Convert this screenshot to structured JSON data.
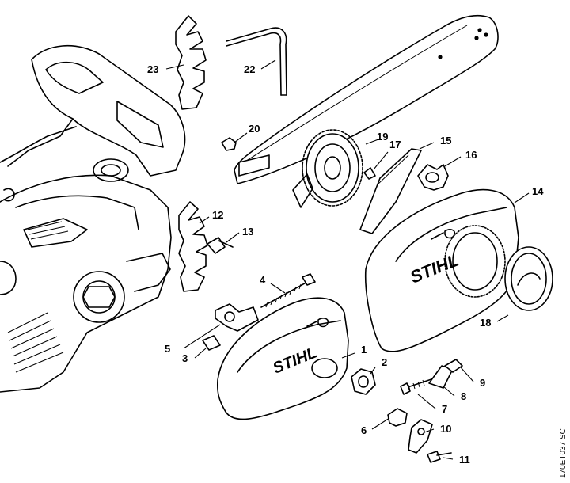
{
  "diagram": {
    "drawing_code": "170ET037 SC",
    "brand_text": "STIHL",
    "callouts": [
      {
        "id": "c1",
        "label": "1"
      },
      {
        "id": "c2",
        "label": "2"
      },
      {
        "id": "c3",
        "label": "3"
      },
      {
        "id": "c4",
        "label": "4"
      },
      {
        "id": "c5",
        "label": "5"
      },
      {
        "id": "c6",
        "label": "6"
      },
      {
        "id": "c7",
        "label": "7"
      },
      {
        "id": "c8",
        "label": "8"
      },
      {
        "id": "c9",
        "label": "9"
      },
      {
        "id": "c10",
        "label": "10"
      },
      {
        "id": "c11",
        "label": "11"
      },
      {
        "id": "c12",
        "label": "12"
      },
      {
        "id": "c13",
        "label": "13"
      },
      {
        "id": "c14",
        "label": "14"
      },
      {
        "id": "c15",
        "label": "15"
      },
      {
        "id": "c16",
        "label": "16"
      },
      {
        "id": "c17",
        "label": "17"
      },
      {
        "id": "c18",
        "label": "18"
      },
      {
        "id": "c19",
        "label": "19"
      },
      {
        "id": "c20",
        "label": "20"
      },
      {
        "id": "c22",
        "label": "22"
      },
      {
        "id": "c23",
        "label": "23"
      }
    ]
  }
}
